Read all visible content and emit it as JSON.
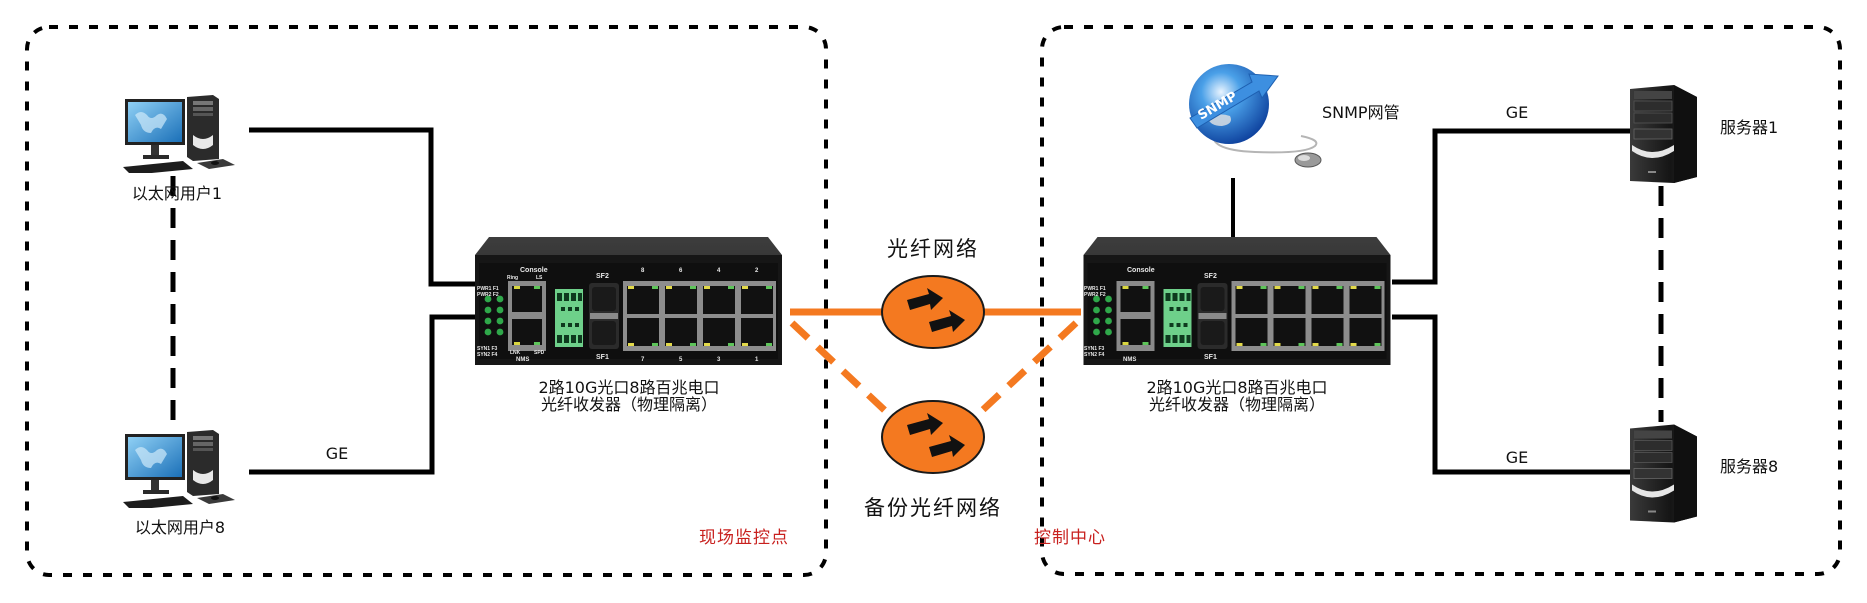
{
  "zones": {
    "field_site": {
      "label": "现场监控点"
    },
    "control_center": {
      "label": "控制中心"
    }
  },
  "colors": {
    "fiber": "#f47920",
    "zone_label": "#c8201e",
    "line": "#000000"
  },
  "field_site": {
    "users": [
      {
        "label": "以太网用户1",
        "icon": "desktop-computer-icon"
      },
      {
        "label": "以太网用户8",
        "icon": "desktop-computer-icon"
      }
    ],
    "link_label": "GE",
    "device": {
      "label_line1": "2路10G光口8路百兆电口",
      "label_line2": "光纤收发器（物理隔离）"
    }
  },
  "network": {
    "primary_label": "光纤网络",
    "backup_label": "备份光纤网络"
  },
  "control_center": {
    "snmp": {
      "label": "SNMP网管",
      "icon": "snmp-globe-icon"
    },
    "device": {
      "label_line1": "2路10G光口8路百兆电口",
      "label_line2": "光纤收发器（物理隔离）"
    },
    "servers": [
      {
        "label": "服务器1",
        "link_label": "GE",
        "icon": "server-tower-icon"
      },
      {
        "label": "服务器8",
        "link_label": "GE",
        "icon": "server-tower-icon"
      }
    ]
  },
  "device_panel": {
    "console": "Console",
    "ring": "Ring",
    "ls": "LS",
    "nms": "NMS",
    "lnk": "LNK",
    "spd": "SPD",
    "sf1": "SF1",
    "sf2": "SF2",
    "pwr1": "PWR1 F1",
    "pwr2": "PWR2 F2",
    "syn1": "SYN1 F3",
    "syn2": "SYN2 F4",
    "term_top": "2",
    "term_bottom": "1",
    "ports_top": [
      "8",
      "6",
      "4",
      "2"
    ],
    "ports_bottom": [
      "7",
      "5",
      "3",
      "1"
    ]
  }
}
